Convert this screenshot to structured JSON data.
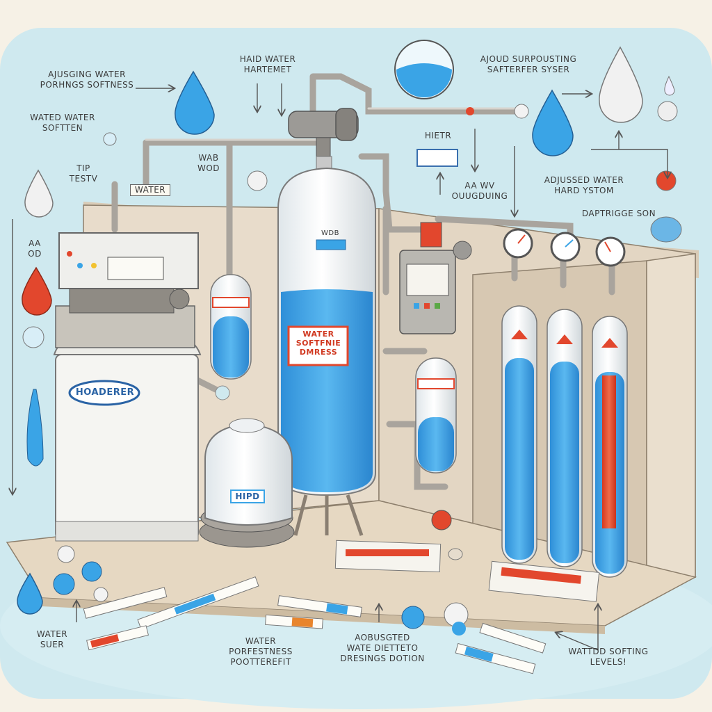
{
  "colors": {
    "background_panel": "#cfe9ef",
    "water_blue": "#3aa4e6",
    "tank_white": "#f4f6f7",
    "wall_beige": "#e8dccb",
    "pipe_gray": "#a9a49d",
    "warning_red": "#e2472d",
    "outline": "#6b6258"
  },
  "labels": {
    "top_left": "Ajusging water\nporhngs softness",
    "hard_water": "Haid water\nhartemet",
    "top_right": "Ajoud surpousting\nsafterfer syser",
    "wated_water": "Wated water\nsoftten",
    "tip_testv": "Tip\ntestv",
    "wab_wod": "Wab\nwod",
    "water_box": "Water",
    "filter_tag": "Hietr",
    "adjusted_hard": "Adjussed water\nhard ystom",
    "cartridge": "Daptrigge son",
    "aa_od": "AA\nOD",
    "ao_ubd": "AA    WV\nOuugduing",
    "water_soft_label": "Water\nsoftfnie\nDmress",
    "loader_brand": "Hoaderer",
    "tank_small": "HIPD",
    "tank_tag": "WDB",
    "bottom_left": "Water\nsuer",
    "bottom_mid": "Water\nporfestness\npootterefit",
    "bottom_center": "Aobusgted\nwate dietteto\nDresings Dotion",
    "bottom_right": "Wattdd softing\nlevels!"
  },
  "icons": [
    "water-drop-icon",
    "warning-triangle-icon",
    "pressure-gauge-icon",
    "test-strip-icon",
    "arrow-icon"
  ]
}
